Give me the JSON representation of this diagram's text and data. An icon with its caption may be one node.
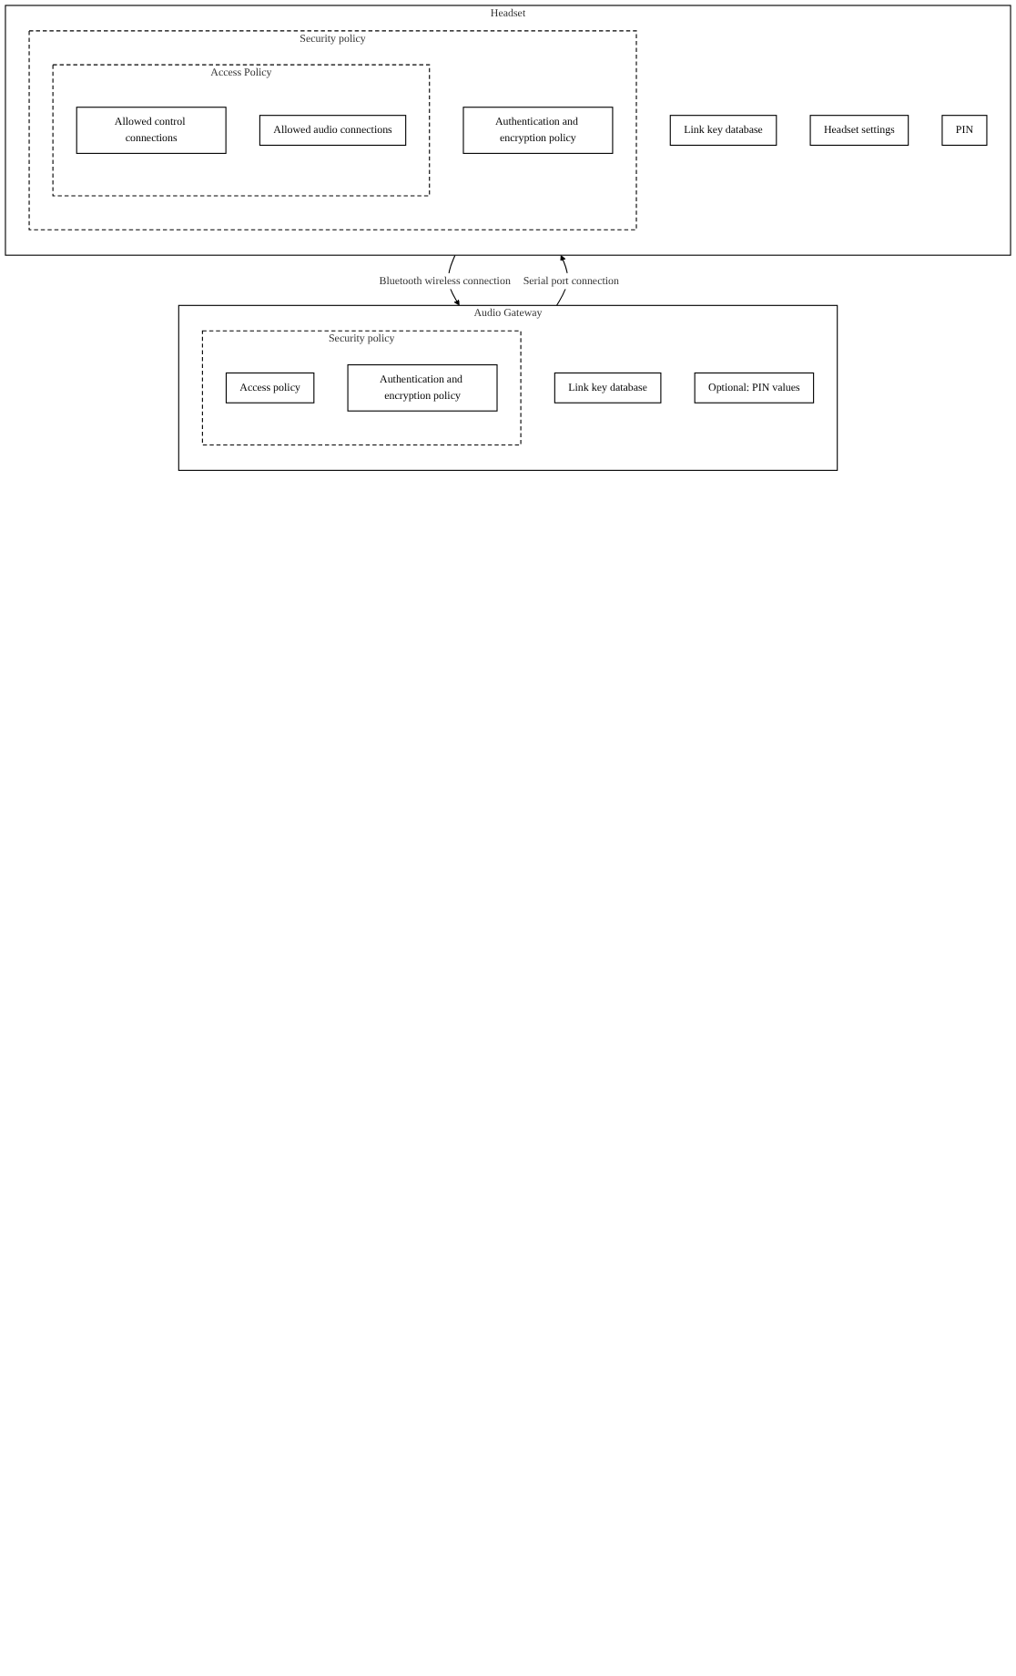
{
  "diagram": {
    "nodes": [
      {
        "text": [
          "Audio Gateway"
        ]
      },
      {
        "text": [
          "Link key database"
        ],
        "in": 0
      },
      {
        "text": [
          "Optional: PIN values"
        ],
        "in": 0
      },
      {
        "text": [
          "Security policy"
        ],
        "in": 0
      },
      {
        "text": [
          "Access policy"
        ],
        "in": 3
      },
      {
        "text": [
          "Authentication and encryption policy"
        ],
        "in": 3
      },
      {
        "text": [
          "Headset"
        ]
      },
      {
        "text": [
          "Link key database"
        ],
        "in": 6
      },
      {
        "text": [
          "Headset settings"
        ],
        "in": 6
      },
      {
        "text": [
          "PIN"
        ],
        "in": 6
      },
      {
        "text": [
          "Security policy"
        ],
        "in": 6
      },
      {
        "text": [
          "Access Policy"
        ],
        "in": 10
      },
      {
        "text": [
          "Allowed control connections"
        ],
        "in": 11
      },
      {
        "text": [
          "Allowed audio connections"
        ],
        "in": 11
      },
      {
        "text": [
          "Authentication and encryption policy"
        ],
        "in": 10
      }
    ],
    "edges": [
      {
        "from": 6,
        "to": 0,
        "arrow": "to",
        "label": "Bluetooth wireless connection"
      },
      {
        "from": 0,
        "to": 6,
        "arrow": "to",
        "label": "Serial port connection"
      }
    ]
  }
}
